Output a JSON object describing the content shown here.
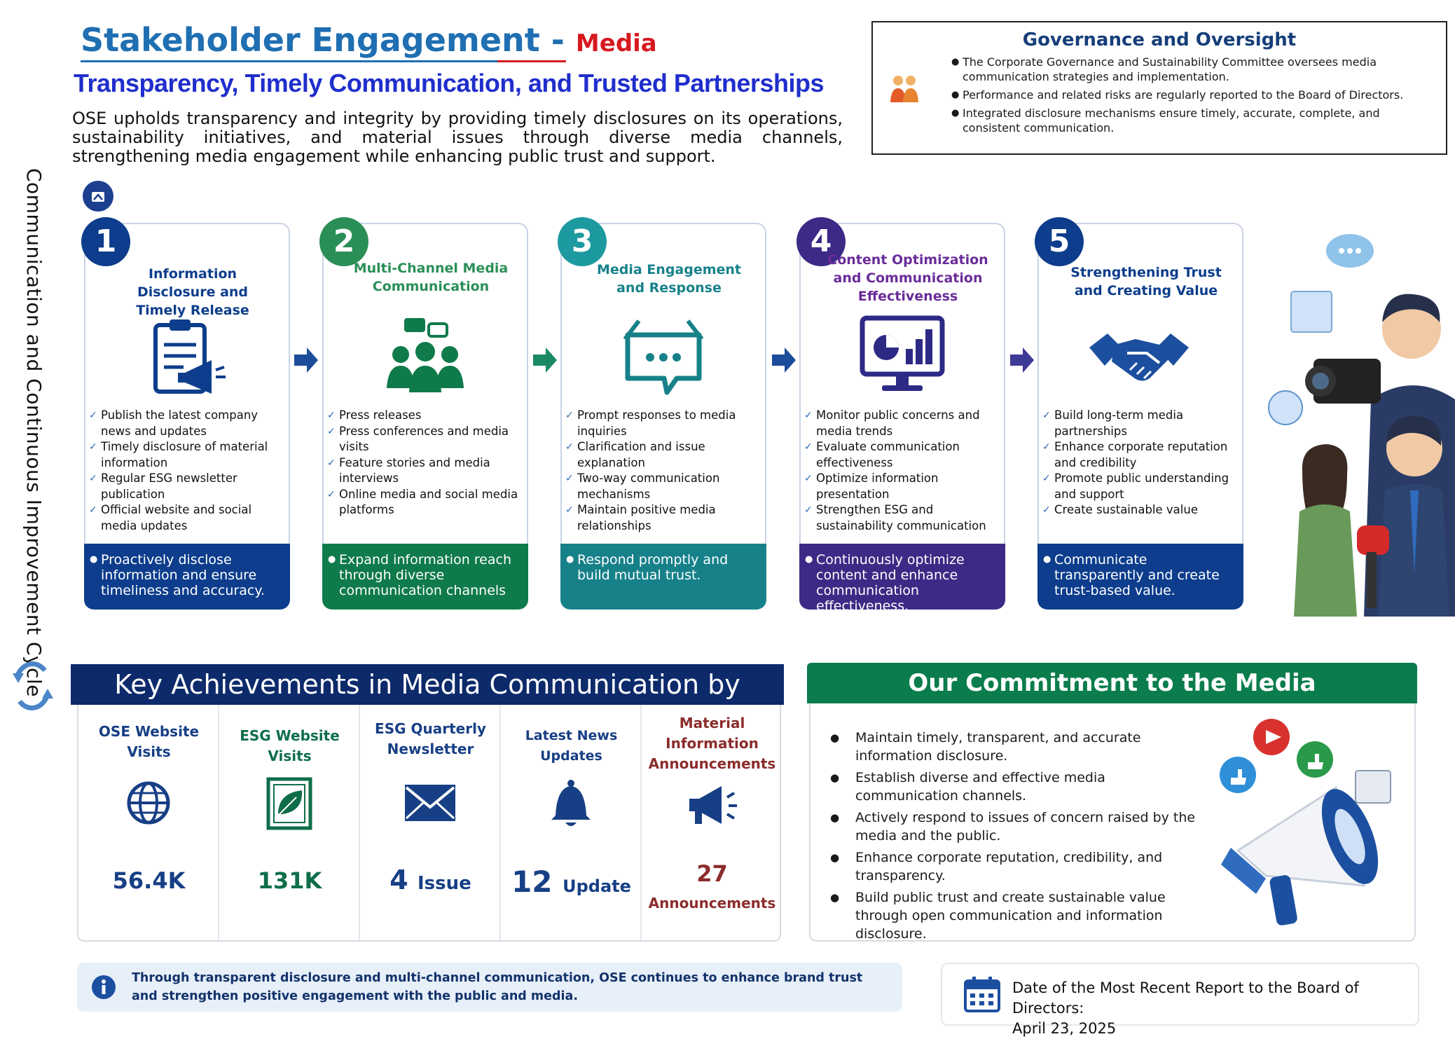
{
  "header": {
    "title": "Stakeholder Engagement - ",
    "title_highlight": "Media",
    "subtitle": "Transparency, Timely Communication, and Trusted Partnerships",
    "intro": "OSE upholds transparency and integrity by providing timely disclosures on its operations, sustainability initiatives, and material issues through diverse media channels, strengthening media engagement while enhancing public trust and support."
  },
  "governance": {
    "title": "Governance and Oversight",
    "items": [
      "The Corporate Governance and Sustainability Committee oversees media communication strategies and implementation.",
      "Performance and related risks are regularly reported to the Board of Directors.",
      "Integrated disclosure mechanisms ensure timely, accurate, complete, and consistent communication."
    ]
  },
  "side_label": "Communication and Continuous Improvement Cycle",
  "steps": [
    {
      "number": "1",
      "title": "Information Disclosure and Timely Release",
      "icon": "clipboard-megaphone-icon",
      "color": "#0d3d8c",
      "items": [
        "Publish the latest company news and updates",
        "Timely disclosure of material information",
        "Regular ESG newsletter publication",
        "Official website and social media updates"
      ],
      "footer": "Proactively disclose information and ensure timeliness and accuracy."
    },
    {
      "number": "2",
      "title": "Multi-Channel Media Communication",
      "icon": "people-chat-icon",
      "color": "#0f7a4a",
      "items": [
        "Press releases",
        "Press conferences and media visits",
        "Feature stories and media interviews",
        "Online media and social media platforms"
      ],
      "footer": "Expand information reach through diverse communication channels"
    },
    {
      "number": "3",
      "title": "Media Engagement and Response",
      "icon": "chat-bubble-icon",
      "color": "#17818a",
      "items": [
        "Prompt responses to media inquiries",
        "Clarification and issue explanation",
        "Two-way communication mechanisms",
        "Maintain positive media relationships"
      ],
      "footer": "Respond promptly and build mutual trust."
    },
    {
      "number": "4",
      "title": "Content Optimization and Communication Effectiveness",
      "icon": "monitor-chart-icon",
      "color": "#3d2a86",
      "items": [
        "Monitor public concerns and media trends",
        "Evaluate communication effectiveness",
        "Optimize information presentation",
        "Strengthen ESG and sustainability communication"
      ],
      "footer": "Continuously optimize content and enhance communication effectiveness."
    },
    {
      "number": "5",
      "title": "Strengthening Trust and Creating Value",
      "icon": "handshake-icon",
      "color": "#0d3d8c",
      "items": [
        "Build long-term media partnerships",
        "Enhance corporate reputation and credibility",
        "Promote public understanding and support",
        "Create sustainable value"
      ],
      "footer": "Communicate transparently and create trust-based value."
    }
  ],
  "achievements": {
    "header": "Key Achievements in Media Communication by",
    "items": [
      {
        "label": "OSE Website Visits",
        "value": "56.4K",
        "unit": "",
        "icon": "globe-icon",
        "color": "#173f85"
      },
      {
        "label": "ESG Website Visits",
        "value": "131K",
        "unit": "",
        "icon": "leaf-page-icon",
        "color": "#0f6e4a"
      },
      {
        "label": "ESG Quarterly Newsletter",
        "value": "4",
        "unit": "Issue",
        "icon": "envelope-icon",
        "color": "#173f85"
      },
      {
        "label": "Latest News Updates",
        "value": "12",
        "unit": "Update",
        "icon": "bell-icon",
        "color": "#173f85"
      },
      {
        "label": "Material Information Announcements",
        "value": "27",
        "unit": "Announcements",
        "icon": "megaphone-icon",
        "color": "#8c2c2c"
      }
    ]
  },
  "commitment": {
    "header": "Our Commitment to the Media",
    "items": [
      "Maintain timely, transparent, and accurate information disclosure.",
      "Establish diverse and effective media communication channels.",
      "Actively respond to issues of concern raised by the media and the public.",
      "Enhance corporate reputation, credibility, and transparency.",
      "Build public trust and create sustainable value through open communication and information disclosure."
    ]
  },
  "footer": {
    "note": "Through transparent disclosure and multi-channel communication, OSE continues to enhance brand trust and strengthen positive engagement with the public and media.",
    "report_label": "Date of the Most Recent Report to the Board of Directors:",
    "report_date": "April 23, 2025"
  }
}
